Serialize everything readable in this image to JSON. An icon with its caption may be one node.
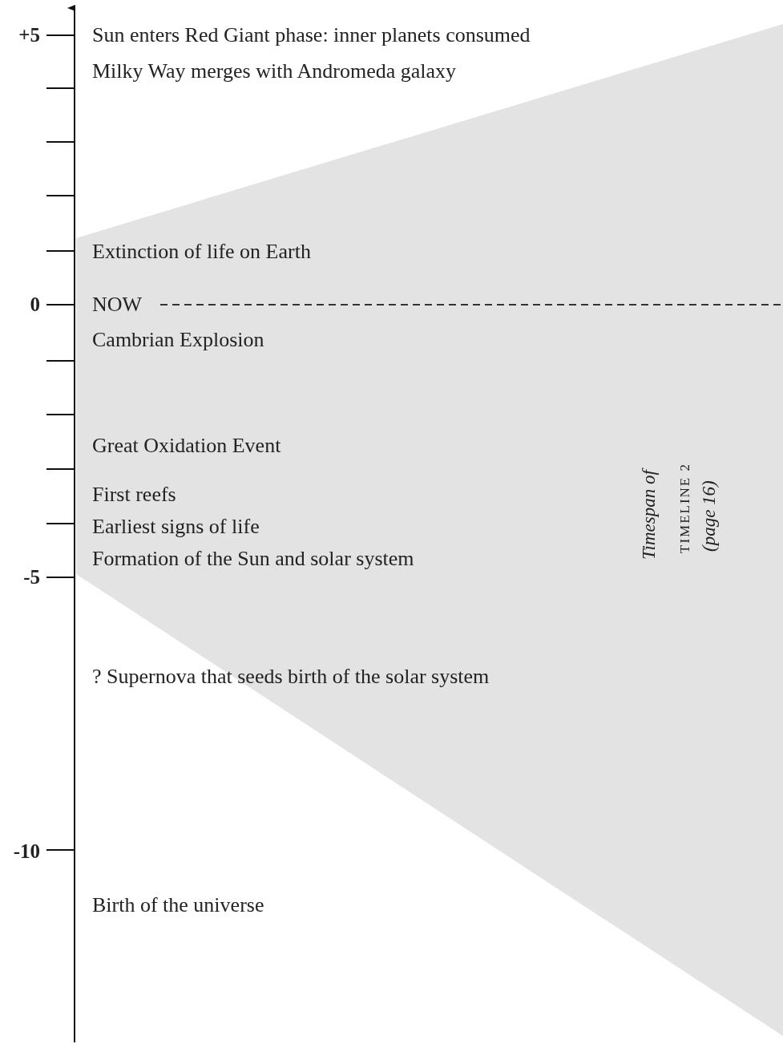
{
  "diagram": {
    "labels": [
      "+5",
      "Sun enters Red Giant phase: inner planets consumed",
      "Milky Way merges with Andromeda galaxy",
      "Extinction of life on Earth",
      "0",
      "NOW",
      "Cambrian Explosion",
      "Great Oxidation Event",
      "First reefs",
      "Earliest signs of life",
      "Formation of the Sun and solar system",
      "Timespan of",
      "TIMELINE 2",
      "(page 16)",
      "-5",
      "? Supernova that seeds birth of the solar system",
      "-10",
      "Birth of the universe"
    ]
  }
}
